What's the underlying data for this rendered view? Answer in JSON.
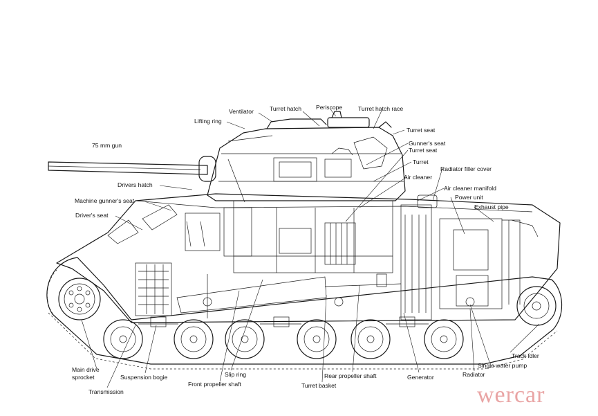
{
  "diagram": {
    "labels": {
      "gun": "75 mm gun",
      "ventilator": "Ventilator",
      "turret_hatch": "Turret hatch",
      "periscope": "Periscope",
      "turret_hatch_race": "Turret hatch race",
      "lifting_ring": "Lifting ring",
      "turret_seat_1": "Turret seat",
      "gunners_seat": "Gunner's seat",
      "turret_seat_2": "Turret seat",
      "turret": "Turret",
      "radiator_filler_cover": "Radiator filler cover",
      "air_cleaner": "Air cleaner",
      "drivers_hatch": "Drivers hatch",
      "air_cleaner_manifold": "Air cleaner manifold",
      "power_unit": "Power unit",
      "machine_gunners_seat": "Machine gunner's seat",
      "exhaust_pipe": "Exhaust pipe",
      "drivers_seat": "Driver's seat",
      "main_drive": "Main drive",
      "sprocket": "sprocket",
      "suspension_bogie": "Suspension bogie",
      "transmission": "Transmission",
      "slip_ring": "Slip ring",
      "front_propeller_shaft": "Front propeller shaft",
      "turret_basket": "Turret basket",
      "rear_propeller_shaft": "Rear propeller shaft",
      "generator": "Generator",
      "radiator": "Radiator",
      "track_idler": "Track idler",
      "single_water_pump": "Single water pump"
    },
    "watermark": "wercar"
  }
}
